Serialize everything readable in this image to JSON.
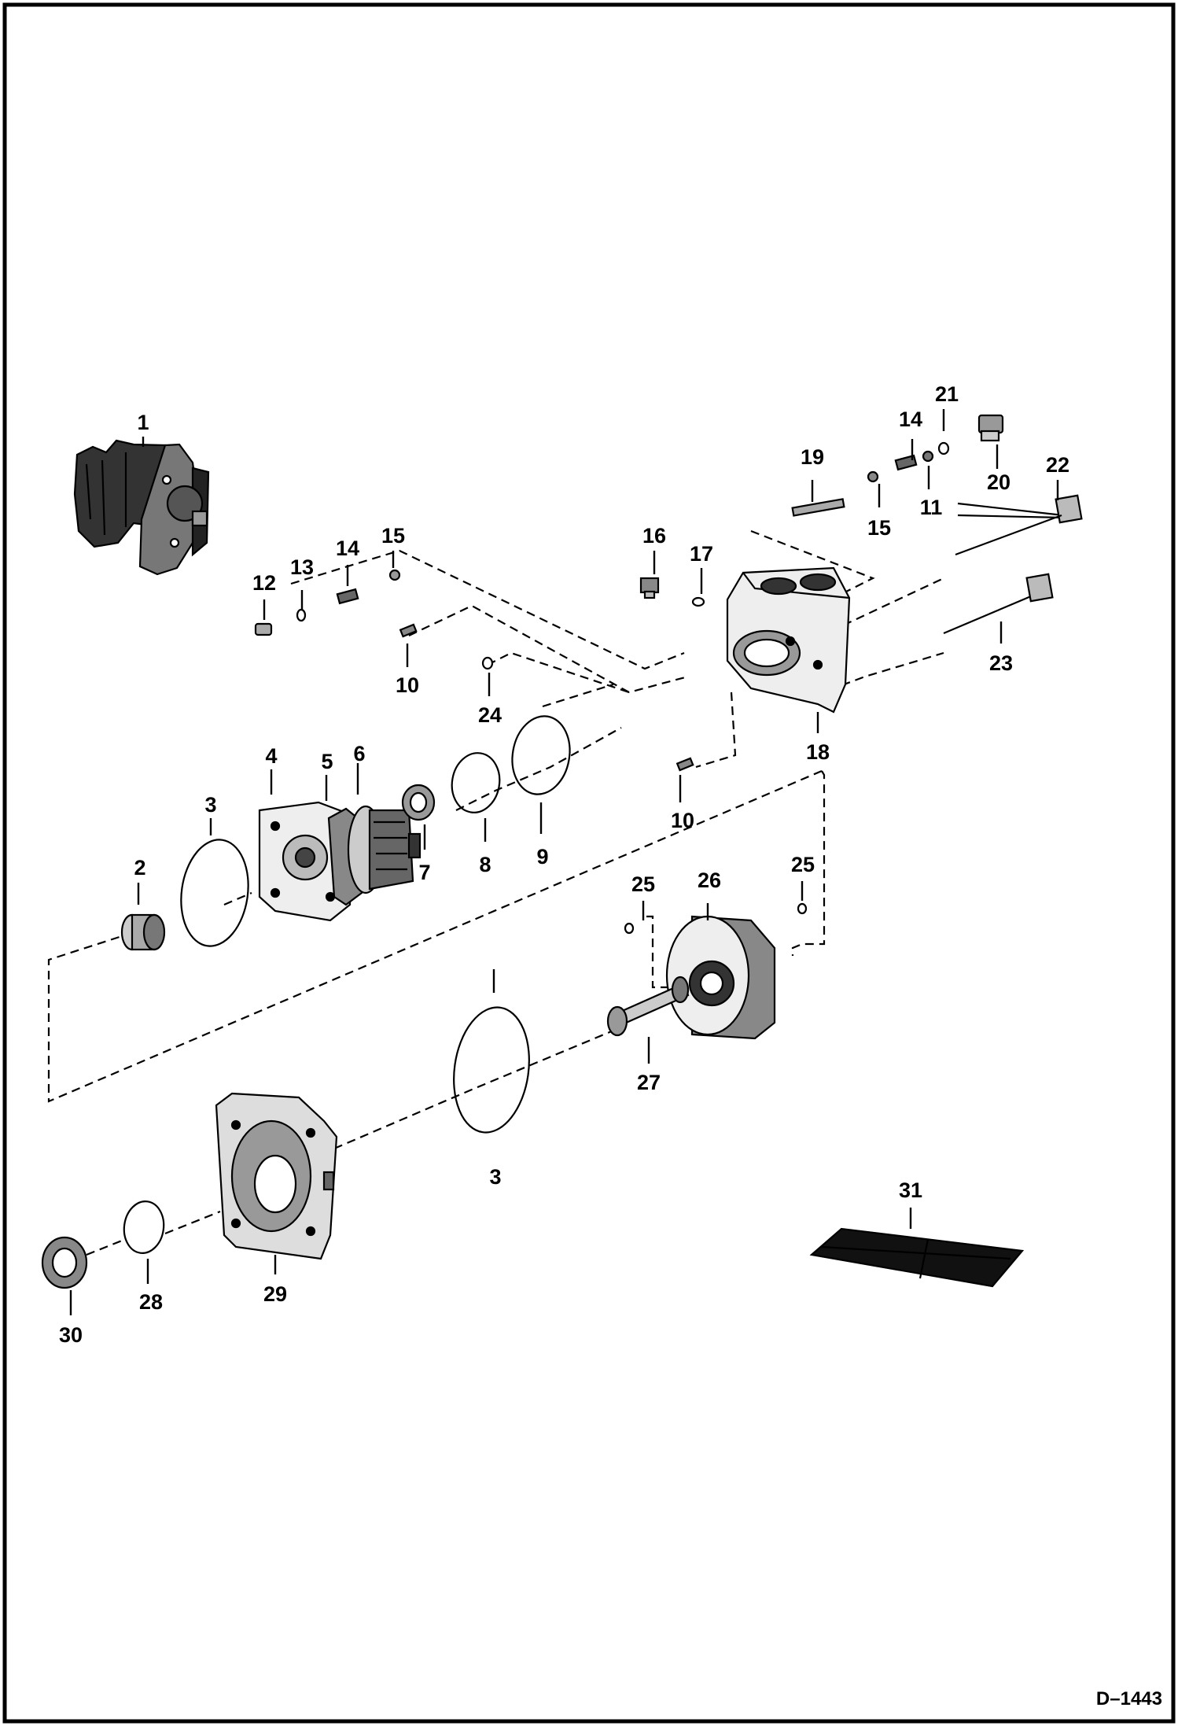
{
  "drawing": {
    "code": "D–1443",
    "callouts": {
      "c1": "1",
      "c2": "2",
      "c3a": "3",
      "c3b": "3",
      "c4": "4",
      "c5": "5",
      "c6": "6",
      "c7": "7",
      "c8": "8",
      "c9": "9",
      "c10a": "10",
      "c10b": "10",
      "c11": "11",
      "c12": "12",
      "c13": "13",
      "c14a": "14",
      "c14b": "14",
      "c15a": "15",
      "c15b": "15",
      "c16": "16",
      "c17": "17",
      "c18": "18",
      "c19": "19",
      "c20": "20",
      "c21": "21",
      "c22": "22",
      "c23": "23",
      "c24": "24",
      "c25a": "25",
      "c25b": "25",
      "c26": "26",
      "c27": "27",
      "c28": "28",
      "c29": "29",
      "c30": "30",
      "c31": "31"
    }
  }
}
